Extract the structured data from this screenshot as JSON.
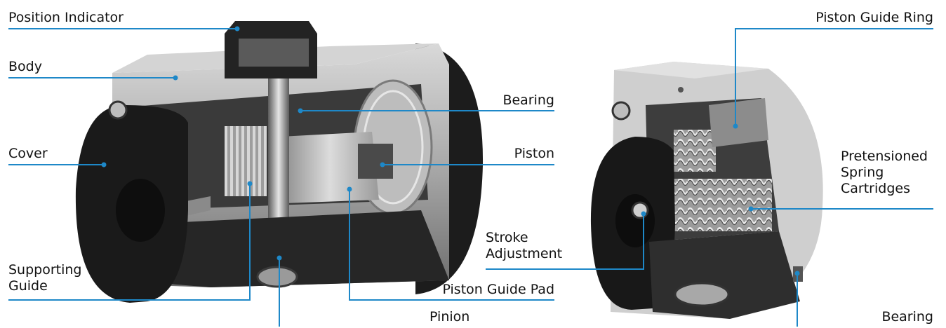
{
  "labels": {
    "position_indicator": "Position Indicator",
    "body": "Body",
    "cover": "Cover",
    "supporting_guide": [
      "Supporting",
      "Guide"
    ],
    "bearing_left": "Bearing",
    "piston": "Piston",
    "piston_guide_pad": "Piston Guide Pad",
    "pinion": "Pinion",
    "piston_guide_ring": "Piston Guide Ring",
    "pretensioned_spring_cartridges": [
      "Pretensioned",
      "Spring",
      "Cartridges"
    ],
    "stroke_adjustment": [
      "Stroke",
      "Adjustment"
    ],
    "bearing_right": "Bearing"
  },
  "colors": {
    "leader_line": "#1e88c8",
    "actuator_dark": "#1c1c1c",
    "actuator_mid": "#7a7a7a",
    "actuator_light": "#c8c8c8"
  }
}
